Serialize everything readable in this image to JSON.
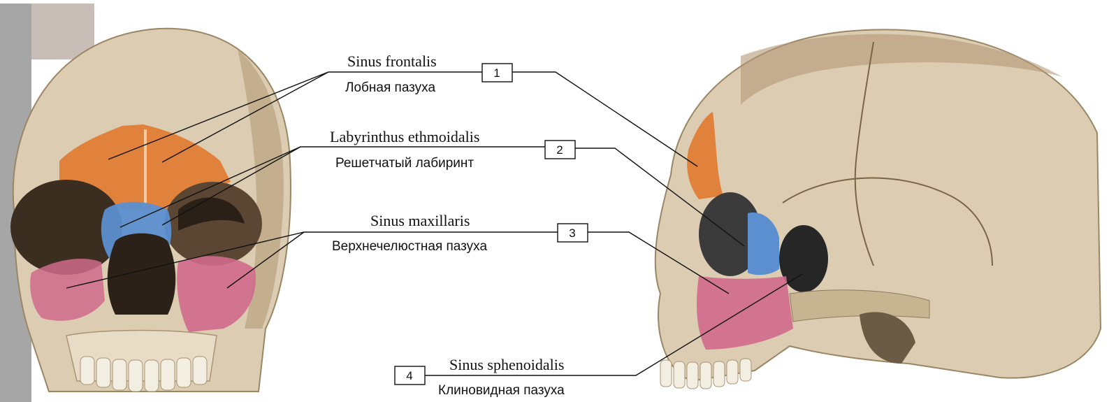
{
  "labels": [
    {
      "number": "1",
      "latin": "Sinus frontalis",
      "russian": "Лобная пазуха",
      "color": "#e07a2e"
    },
    {
      "number": "2",
      "latin": "Labyrinthus ethmoidalis",
      "russian": "Решетчатый лабиринт",
      "color": "#5b8fd0"
    },
    {
      "number": "3",
      "latin": "Sinus maxillaris",
      "russian": "Верхнечелюстная пазуха",
      "color": "#d06a8c"
    },
    {
      "number": "4",
      "latin": "Sinus sphenoidalis",
      "russian": "Клиновидная пазуха",
      "color": "#2a2a2a"
    }
  ],
  "colors": {
    "bone": "#d8c9ad",
    "bone_shadow": "#b7a380",
    "bone_dark": "#8f7b5c",
    "background_grey": "#9a9a9a",
    "frontal": "#e07a2e",
    "ethmoid": "#5b8fd0",
    "maxillary": "#d06a8c",
    "orbit": "#3b2d20"
  }
}
